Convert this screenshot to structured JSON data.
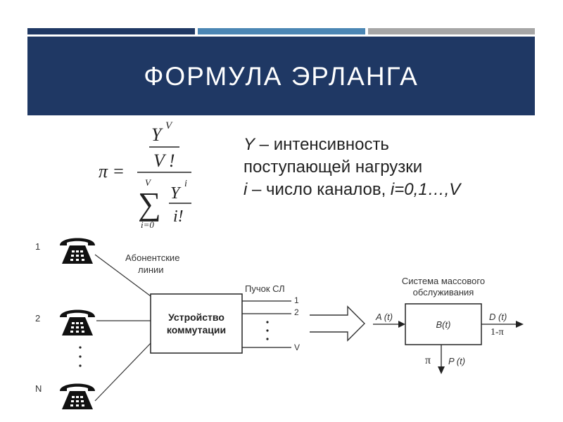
{
  "slide": {
    "title": "ФОРМУЛА ЭРЛАНГА",
    "colors": {
      "banner": "#1f3864",
      "stripe_dark": "#1f3864",
      "stripe_blue": "#4b86b4",
      "stripe_gray": "#a6a6a6"
    }
  },
  "formula": {
    "lhs": "π =",
    "num_base": "Y",
    "num_exp": "V",
    "den_v": "V !",
    "sum_top": "V",
    "sum_sign": "∑",
    "sum_bottom": "i=0",
    "frac_base": "Y",
    "frac_exp": "i",
    "frac_den": "i!"
  },
  "legend": {
    "line1_var": "Y",
    "line1_text": " – интенсивность",
    "line2_text": "поступающей нагрузки",
    "line3_var": "i",
    "line3_text": " – число каналов, ",
    "line3_range": "i=0,1…,V"
  },
  "diagram": {
    "phone_labels": [
      "1",
      "2",
      "N"
    ],
    "subscriber_lines_label": [
      "Абонентские",
      "линии"
    ],
    "switch_label": [
      "Устройство",
      "коммутации"
    ],
    "trunk_label": "Пучок СЛ",
    "trunk_numbers": [
      "1",
      "2",
      "V"
    ],
    "queue_system_label": [
      "Система массового",
      "обслуживания"
    ],
    "input_flow": "A (t)",
    "box_label": "B(t)",
    "output_flow": "D (t)",
    "out_prob": "1-π",
    "loss_pi": "π",
    "loss_flow": "P (t)",
    "icons": [
      "telephone-icon",
      "hollow-arrow-icon"
    ]
  }
}
